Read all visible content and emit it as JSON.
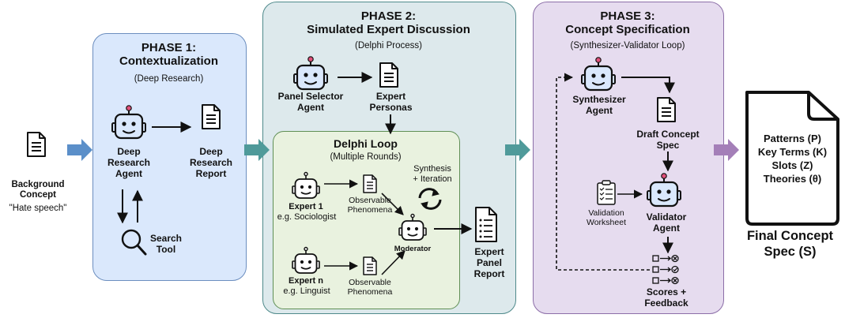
{
  "colors": {
    "phase1_fill": "#dae8fc",
    "phase1_border": "#6c8ebf",
    "phase2_fill": "#dde9ec",
    "phase2_border": "#4f8a8b",
    "loop_fill": "#e9f2df",
    "loop_border": "#5f8f55",
    "phase3_fill": "#e6dcef",
    "phase3_border": "#8c6ea8",
    "arrow_blue": "#5b8fc9",
    "arrow_teal": "#4f9a9a",
    "arrow_purple": "#a47fb8",
    "robot_fill": "#dae8fc",
    "robot_antenna": "#e0507a"
  },
  "input": {
    "label1": "Background",
    "label2": "Concept",
    "example": "\"Hate speech\""
  },
  "phase1": {
    "title1": "PHASE 1:",
    "title2": "Contextualization",
    "subtitle": "(Deep Research)",
    "agent1": "Deep",
    "agent2": "Research",
    "agent3": "Agent",
    "report1": "Deep",
    "report2": "Research",
    "report3": "Report",
    "tool1": "Search",
    "tool2": "Tool"
  },
  "phase2": {
    "title1": "PHASE 2:",
    "title2": "Simulated Expert Discussion",
    "subtitle": "(Delphi Process)",
    "selector1": "Panel Selector",
    "selector2": "Agent",
    "personas1": "Expert",
    "personas2": "Personas",
    "loop_title": "Delphi Loop",
    "loop_subtitle": "(Multiple Rounds)",
    "synthesis1": "Synthesis",
    "synthesis2": "+ Iteration",
    "expert1_name": "Expert 1",
    "expert1_role": "e.g. Sociologist",
    "expertn_name": "Expert n",
    "expertn_role": "e.g. Linguist",
    "obs1a": "Observable",
    "obs1b": "Phenomena",
    "obs2a": "Observable",
    "obs2b": "Phenomena",
    "moderator": "Moderator",
    "panel1": "Expert",
    "panel2": "Panel",
    "panel3": "Report"
  },
  "phase3": {
    "title1": "PHASE 3:",
    "title2": "Concept Specification",
    "subtitle": "(Synthesizer-Validator Loop)",
    "synth1": "Synthesizer",
    "synth2": "Agent",
    "draft1": "Draft Concept",
    "draft2": "Spec",
    "worksheet1": "Validation",
    "worksheet2": "Worksheet",
    "validator1": "Validator",
    "validator2": "Agent",
    "scores1": "Scores +",
    "scores2": "Feedback"
  },
  "output": {
    "line1": "Patterns (P)",
    "line2": "Key Terms (K)",
    "line3": "Slots (Z)",
    "line4": "Theories (θ)",
    "final1": "Final Concept",
    "final2": "Spec (S)"
  }
}
